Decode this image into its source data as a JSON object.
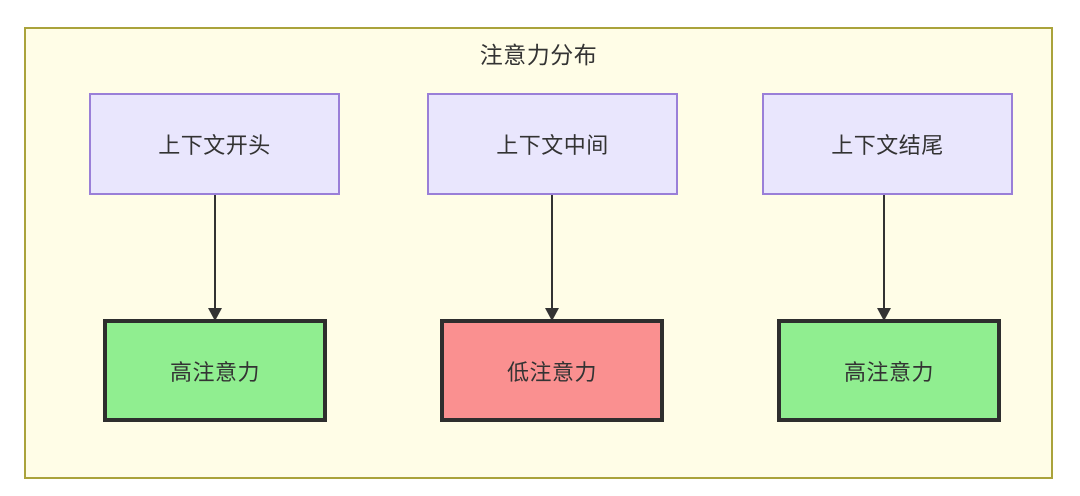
{
  "diagram": {
    "title": "注意力分布",
    "type": "flowchart",
    "columns": [
      {
        "id": "col-0",
        "source": {
          "label": "上下文开头",
          "fill": "#e9e6fd",
          "stroke": "#9a7fd8"
        },
        "edge": {
          "arrow": "down-arrow-icon",
          "color": "#333333"
        },
        "result": {
          "label": "高注意力",
          "fill": "#90ee90",
          "stroke": "#2e2e2e",
          "level": "high"
        }
      },
      {
        "id": "col-1",
        "source": {
          "label": "上下文中间",
          "fill": "#e9e6fd",
          "stroke": "#9a7fd8"
        },
        "edge": {
          "arrow": "down-arrow-icon",
          "color": "#333333"
        },
        "result": {
          "label": "低注意力",
          "fill": "#fa9090",
          "stroke": "#2e2e2e",
          "level": "low"
        }
      },
      {
        "id": "col-2",
        "source": {
          "label": "上下文结尾",
          "fill": "#e9e6fd",
          "stroke": "#9a7fd8"
        },
        "edge": {
          "arrow": "down-arrow-icon",
          "color": "#333333"
        },
        "result": {
          "label": "高注意力",
          "fill": "#90ee90",
          "stroke": "#2e2e2e",
          "level": "high"
        }
      }
    ],
    "container": {
      "fill": "#fffde7",
      "stroke": "#aaa33b"
    },
    "text_color": "#333333"
  }
}
